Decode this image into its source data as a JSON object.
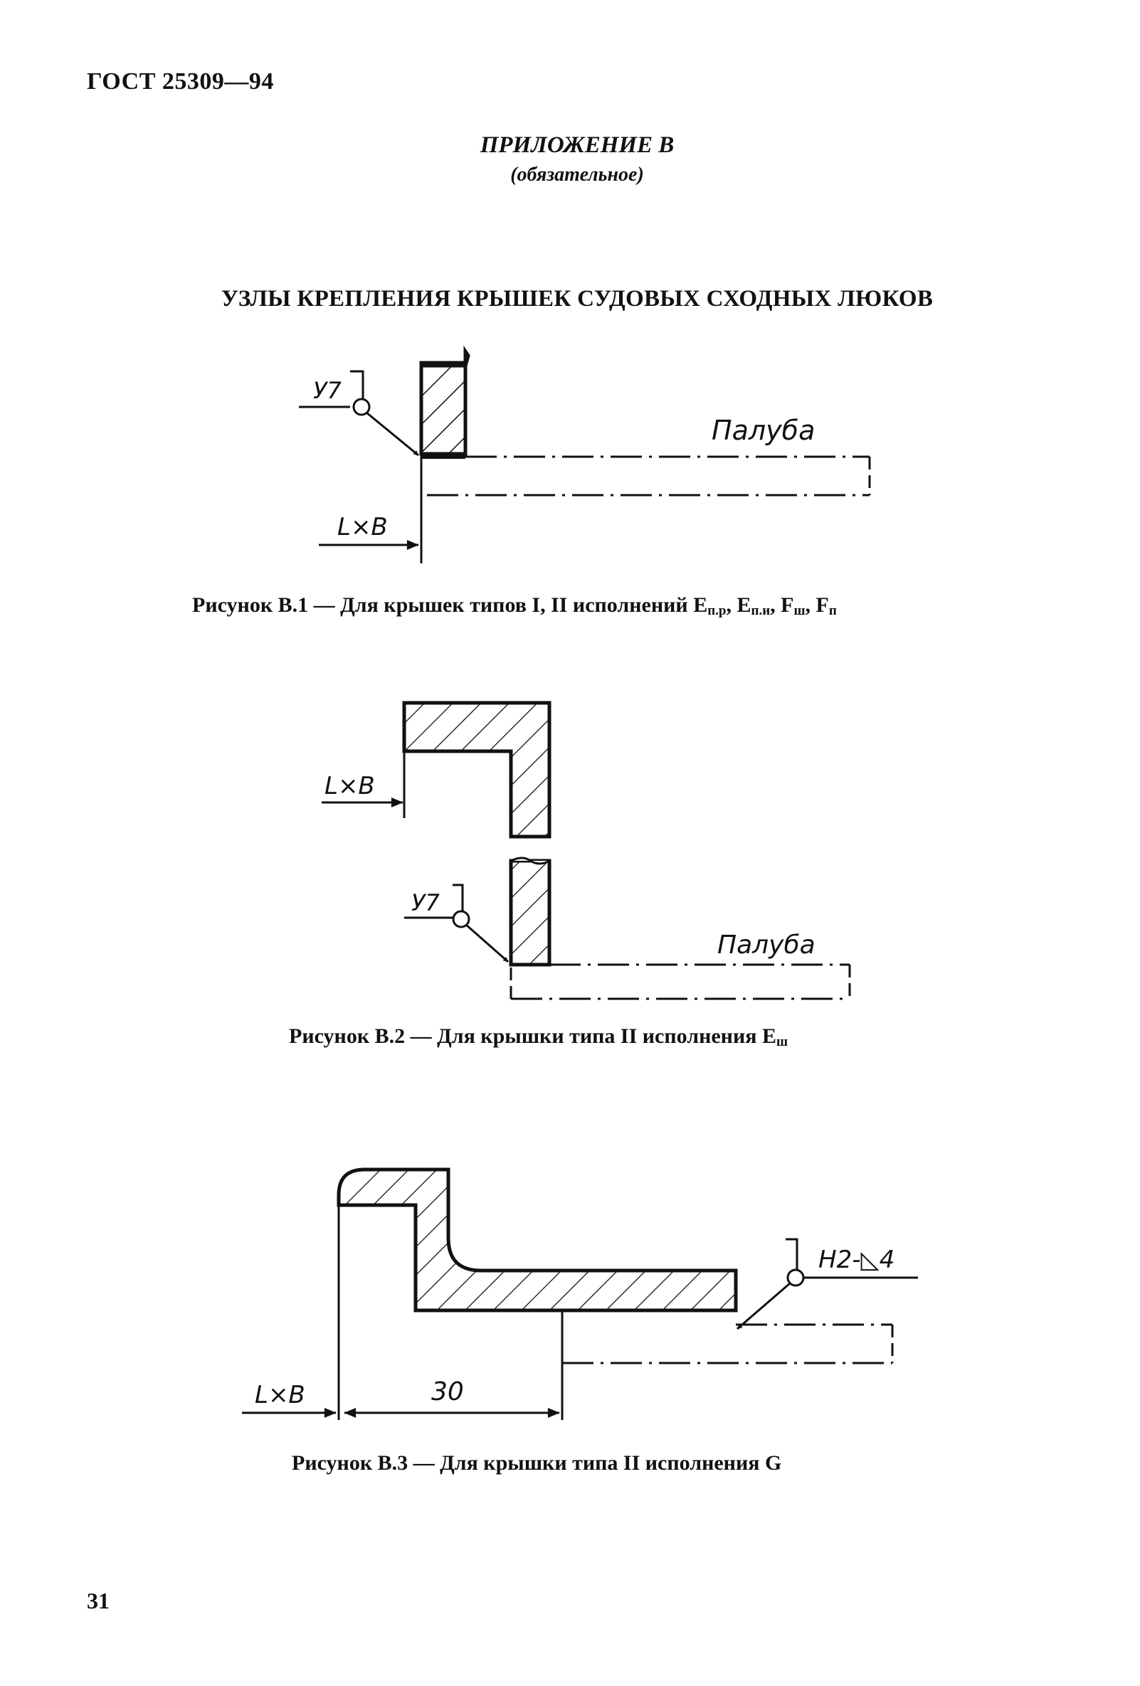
{
  "header": {
    "doc_code": "ГОСТ 25309—94"
  },
  "appendix": {
    "title": "ПРИЛОЖЕНИЕ В",
    "note": "(обязательное)"
  },
  "section_title": "УЗЛЫ КРЕПЛЕНИЯ КРЫШЕК СУДОВЫХ СХОДНЫХ ЛЮКОВ",
  "figures": [
    {
      "labels": {
        "weld": "У7",
        "deck": "Палуба",
        "opening": "L×B"
      },
      "caption": {
        "text": "Рисунок В.1 — Для крышек типов I, II исполнений",
        "designations": [
          {
            "letter": "E",
            "sub": "п.р"
          },
          {
            "letter": "E",
            "sub": "п.и"
          },
          {
            "letter": "F",
            "sub": "ш"
          },
          {
            "letter": "F",
            "sub": "п"
          }
        ]
      }
    },
    {
      "labels": {
        "weld": "У7",
        "deck": "Палуба",
        "opening": "L×B"
      },
      "caption": {
        "text": "Рисунок В.2 — Для крышки типа II исполнения",
        "designations": [
          {
            "letter": "E",
            "sub": "ш"
          }
        ]
      }
    },
    {
      "labels": {
        "weld": "Н2-◺4",
        "opening": "L×B",
        "dimension": "30"
      },
      "caption": {
        "text": "Рисунок В.3 — Для крышки типа II исполнения G"
      }
    }
  ],
  "page_number": "31"
}
